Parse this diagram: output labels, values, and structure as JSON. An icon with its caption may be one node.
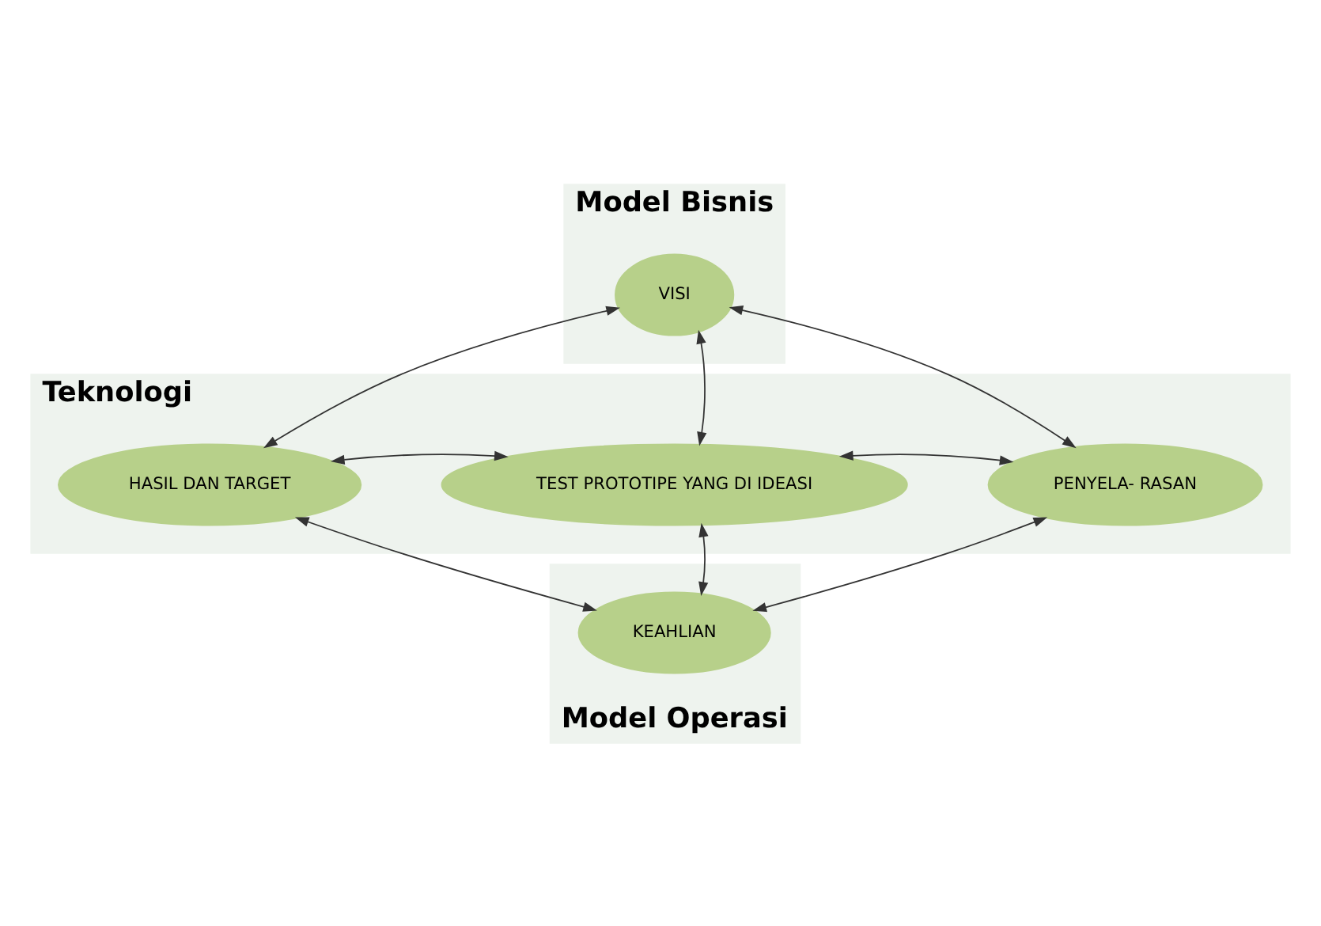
{
  "diagram": {
    "nodes": [
      {
        "text": [
          "Model Bisnis"
        ]
      },
      {
        "text": [
          "VISI"
        ],
        "in": 0
      },
      {
        "text": [
          "Teknologi"
        ]
      },
      {
        "text": [
          "HASIL DAN TARGET"
        ],
        "in": 2
      },
      {
        "text": [
          "TEST PROTOTIPE YANG DI IDEASI"
        ],
        "in": 2
      },
      {
        "text": [
          "PENYELA- RASAN"
        ],
        "in": 2
      },
      {
        "text": [
          "Model Operasi"
        ]
      },
      {
        "text": [
          "KEAHLIAN"
        ],
        "in": 6
      }
    ],
    "edges": [
      {
        "from": 1,
        "to": 3,
        "arrow": "both"
      },
      {
        "from": 1,
        "to": 5,
        "arrow": "both"
      },
      {
        "from": 1,
        "to": 4,
        "arrow": "both"
      },
      {
        "from": 3,
        "to": 4,
        "arrow": "both"
      },
      {
        "from": 4,
        "to": 5,
        "arrow": "both"
      },
      {
        "from": 4,
        "to": 7,
        "arrow": "both"
      },
      {
        "from": 3,
        "to": 7,
        "arrow": "both"
      },
      {
        "from": 5,
        "to": 7,
        "arrow": "both"
      }
    ]
  }
}
